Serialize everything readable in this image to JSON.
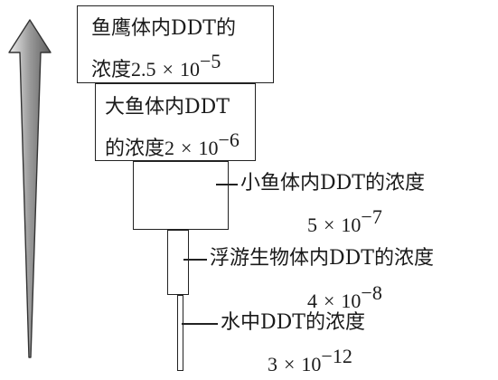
{
  "levels": [
    {
      "id": "eagle",
      "text_line1": "鱼鹰体内DDT的",
      "text_line2_prefix": "浓度",
      "coef": "2.5",
      "times": "×",
      "base": "10",
      "exp": "−5"
    },
    {
      "id": "big-fish",
      "text_line1": "大鱼体内DDT",
      "text_line2_prefix": "的浓度",
      "coef": "2",
      "times": "×",
      "base": "10",
      "exp": "−6"
    },
    {
      "id": "small-fish",
      "text": "小鱼体内DDT的浓度",
      "coef": "5",
      "times": "×",
      "base": "10",
      "exp": "−7"
    },
    {
      "id": "plankton",
      "text": "浮游生物体内DDT的浓度",
      "coef": "4",
      "times": "×",
      "base": "10",
      "exp": "−8"
    },
    {
      "id": "water",
      "text": "水中DDT的浓度",
      "coef": "3",
      "times": "×",
      "base": "10",
      "exp": "−12"
    }
  ],
  "colors": {
    "arrow_light": "#e6e6e6",
    "arrow_dark": "#6e6e6e",
    "outline": "#222222"
  }
}
